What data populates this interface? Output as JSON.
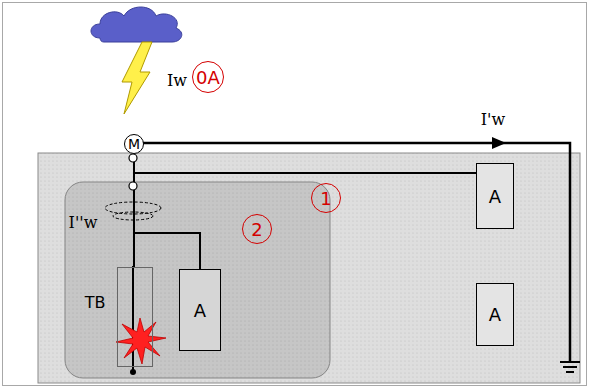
{
  "diagram": {
    "nodes": [
      {
        "text": [
          "0A"
        ]
      },
      {
        "text": [
          "M"
        ],
        "in": 0
      },
      {
        "text": [
          "1"
        ],
        "in": 0
      },
      {
        "text": [
          "A"
        ],
        "in": 2
      },
      {
        "text": [
          "A"
        ],
        "in": 2
      },
      {
        "text": [
          "2"
        ],
        "in": 2
      },
      {
        "text": [
          "TB"
        ],
        "in": 5
      },
      {
        "text": [
          "A"
        ],
        "in": 5
      }
    ],
    "edges": [
      {
        "from": 1,
        "to": 3,
        "arrow": "none"
      },
      {
        "from": 1,
        "to": 6,
        "arrow": "none"
      },
      {
        "from": 1,
        "to": 7,
        "arrow": "none"
      }
    ],
    "labels": [
      "Iw",
      "I'w",
      "I''w"
    ]
  }
}
